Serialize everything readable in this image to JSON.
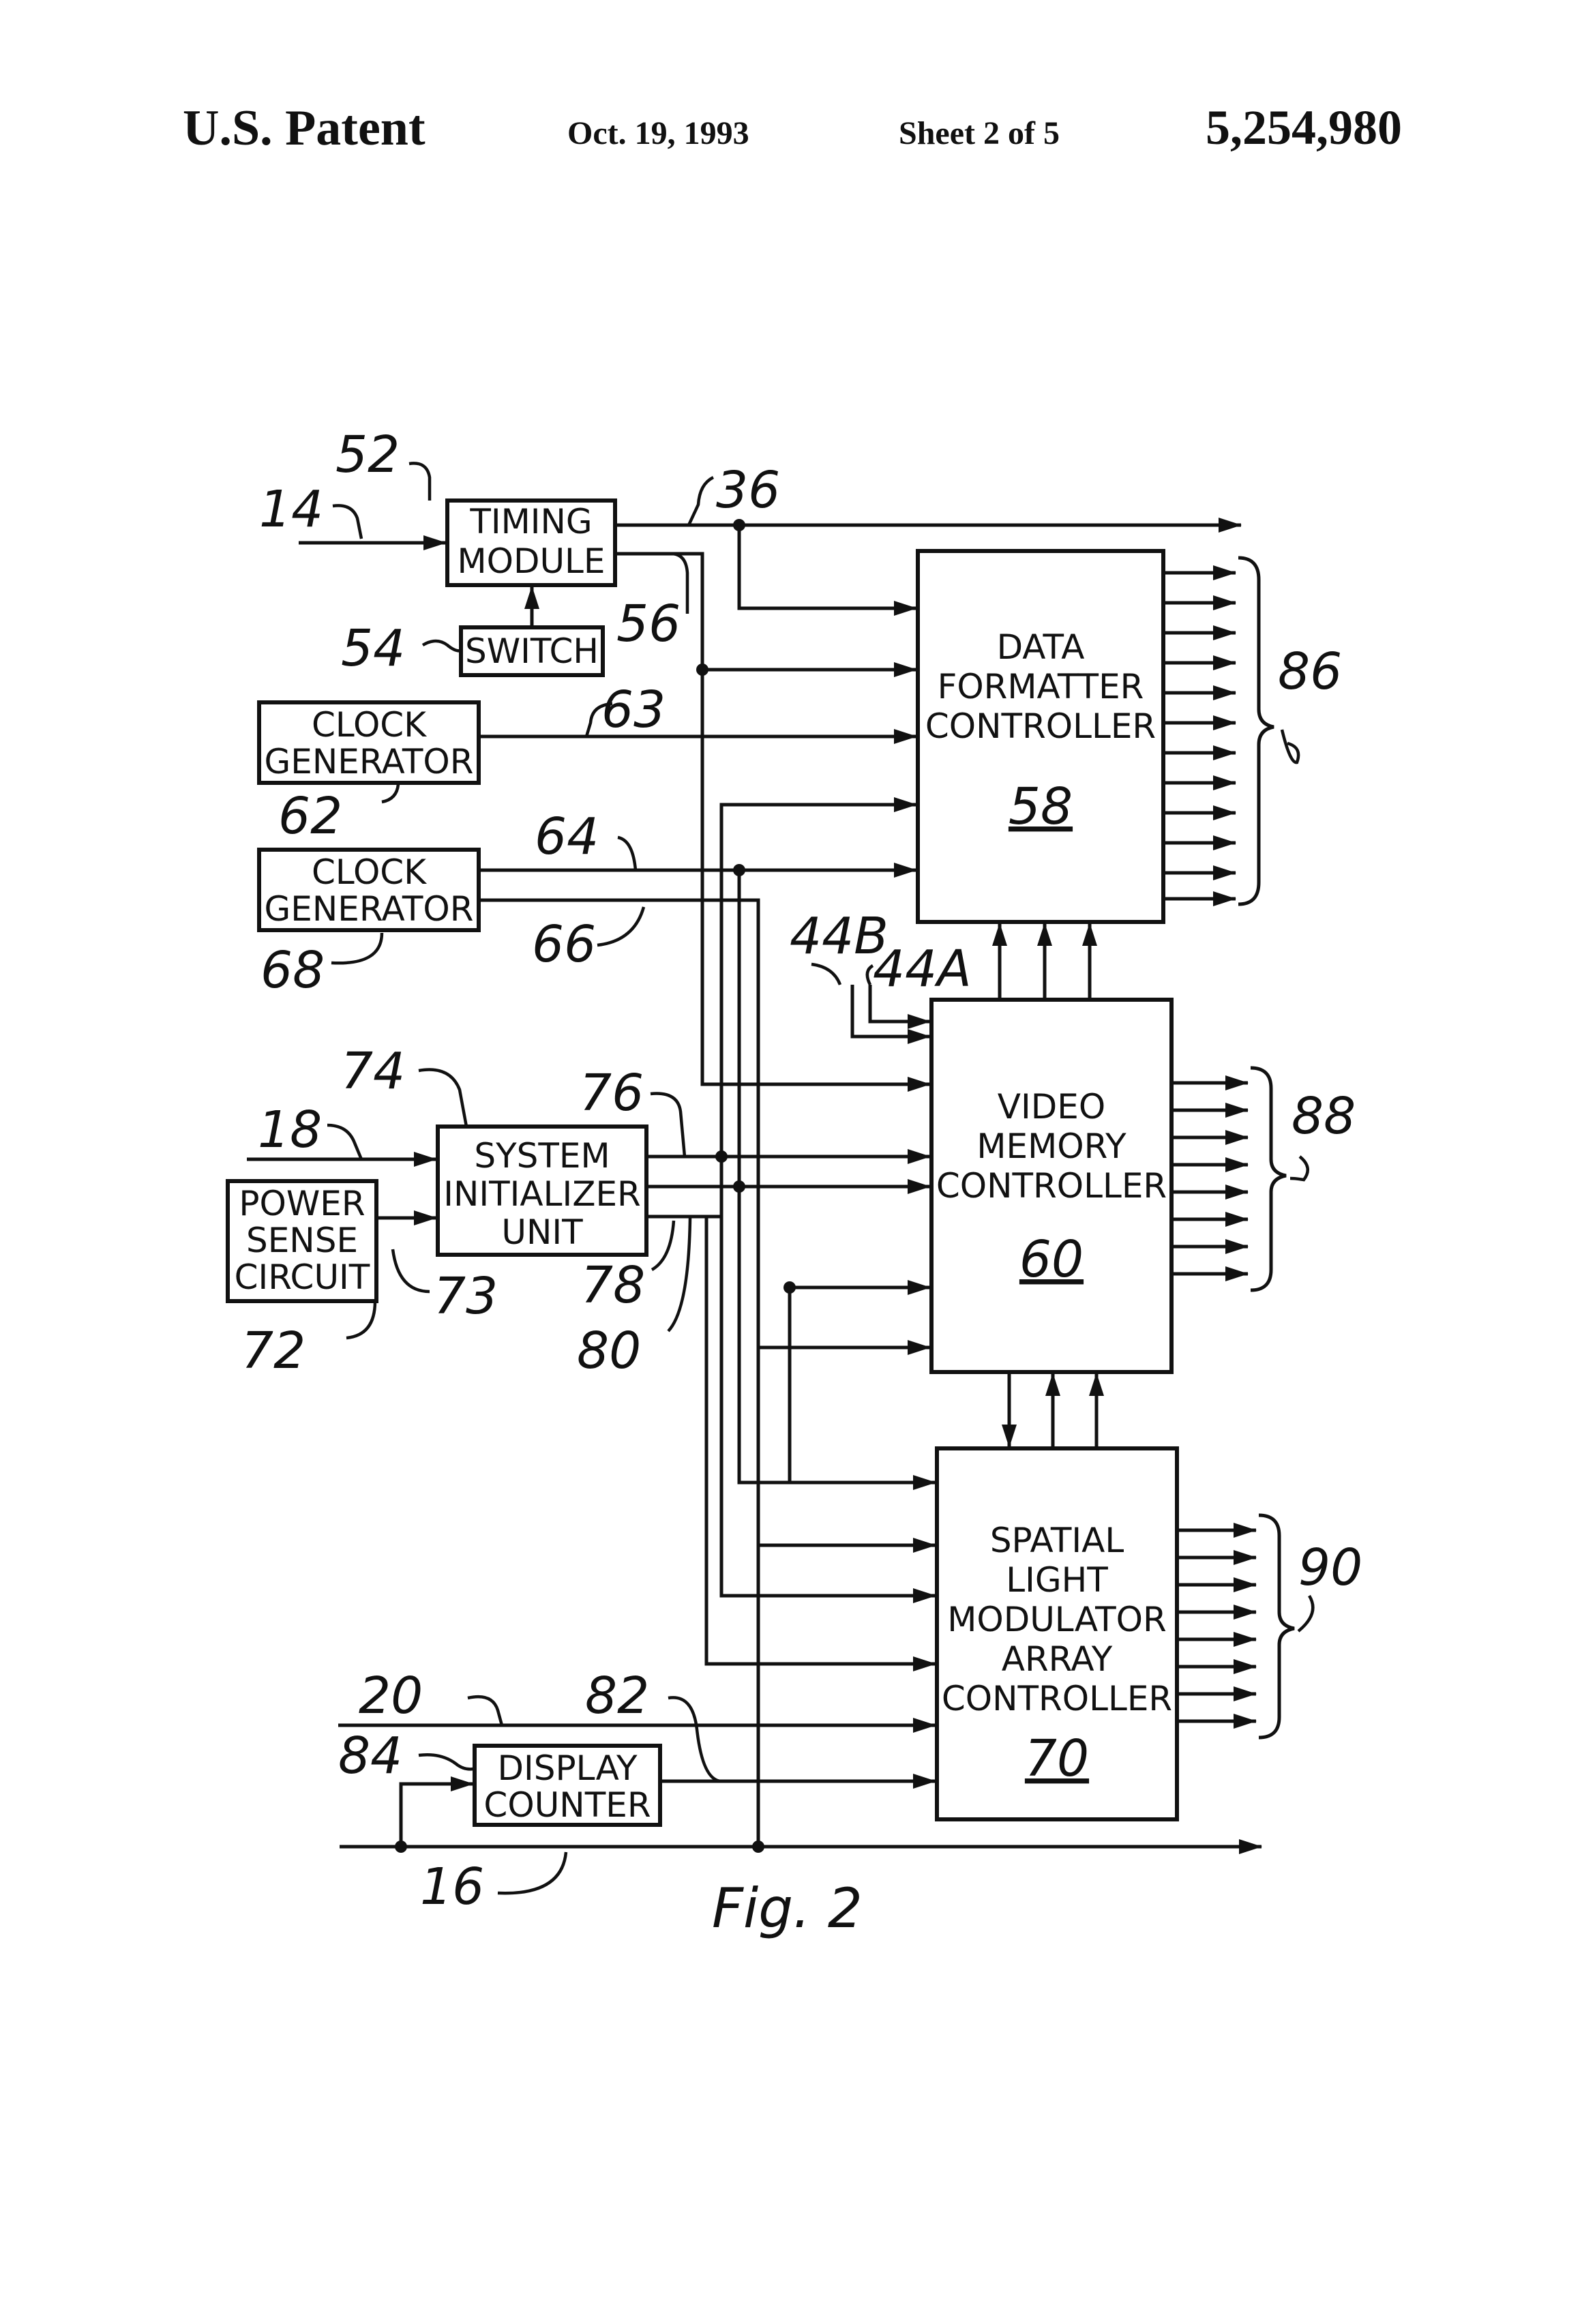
{
  "header": {
    "title": "U.S. Patent",
    "date": "Oct. 19, 1993",
    "sheet": "Sheet 2 of 5",
    "patent_number": "5,254,980"
  },
  "blocks": {
    "timing_module": [
      "TIMING",
      "MODULE"
    ],
    "switch": [
      "SWITCH"
    ],
    "clock_generator_62": [
      "CLOCK",
      "GENERATOR"
    ],
    "clock_generator_68": [
      "CLOCK",
      "GENERATOR"
    ],
    "data_formatter": [
      "DATA",
      "FORMATTER",
      "CONTROLLER"
    ],
    "video_memory": [
      "VIDEO",
      "MEMORY",
      "CONTROLLER"
    ],
    "system_initializer": [
      "SYSTEM",
      "INITIALIZER",
      "UNIT"
    ],
    "power_sense": [
      "POWER",
      "SENSE",
      "CIRCUIT"
    ],
    "slm_array": [
      "SPATIAL",
      "LIGHT",
      "MODULATOR",
      "ARRAY",
      "CONTROLLER"
    ],
    "display_counter": [
      "DISPLAY",
      "COUNTER"
    ]
  },
  "refs": {
    "r14": "14",
    "r52": "52",
    "r36": "36",
    "r54": "54",
    "r56": "56",
    "r63": "63",
    "r62": "62",
    "r86": "86",
    "r64": "64",
    "r58": "58",
    "r68": "68",
    "r66": "66",
    "r44b": "44B",
    "r44a": "44A",
    "r74": "74",
    "r76": "76",
    "r18": "18",
    "r88": "88",
    "r73": "73",
    "r78": "78",
    "r60": "60",
    "r72": "72",
    "r80": "80",
    "r90": "90",
    "r20": "20",
    "r82": "82",
    "r84": "84",
    "r70": "70",
    "r16": "16"
  },
  "figure_caption": "Fig. 2"
}
